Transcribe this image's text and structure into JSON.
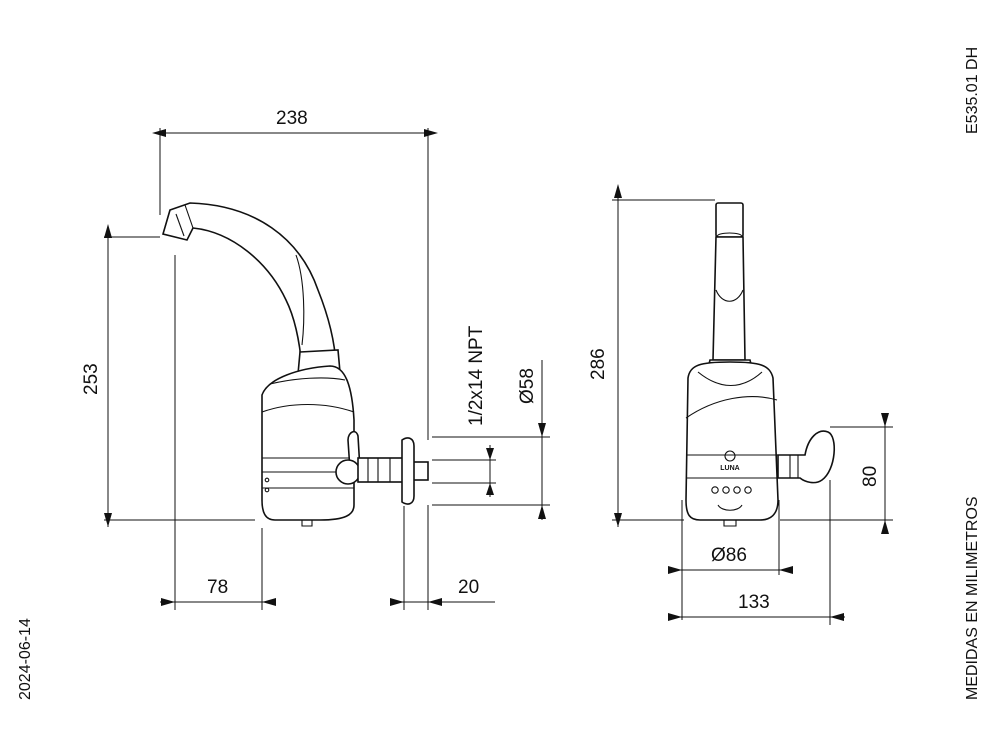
{
  "drawing_code": "E535.01 DH",
  "units_note": "MEDIDAS EN MILIMETROS",
  "date": "2024-06-14",
  "brand_logo_text": "LUNA",
  "side_view": {
    "dim_total_width": "238",
    "dim_spout_height": "253",
    "dim_thread": "1/2x14 NPT",
    "dim_flange_diameter": "Ø58",
    "dim_body_offset": "78",
    "dim_wall_offset": "20"
  },
  "front_view": {
    "dim_total_height": "286",
    "dim_lever_height": "80",
    "dim_body_diameter": "Ø86",
    "dim_total_depth": "133"
  }
}
